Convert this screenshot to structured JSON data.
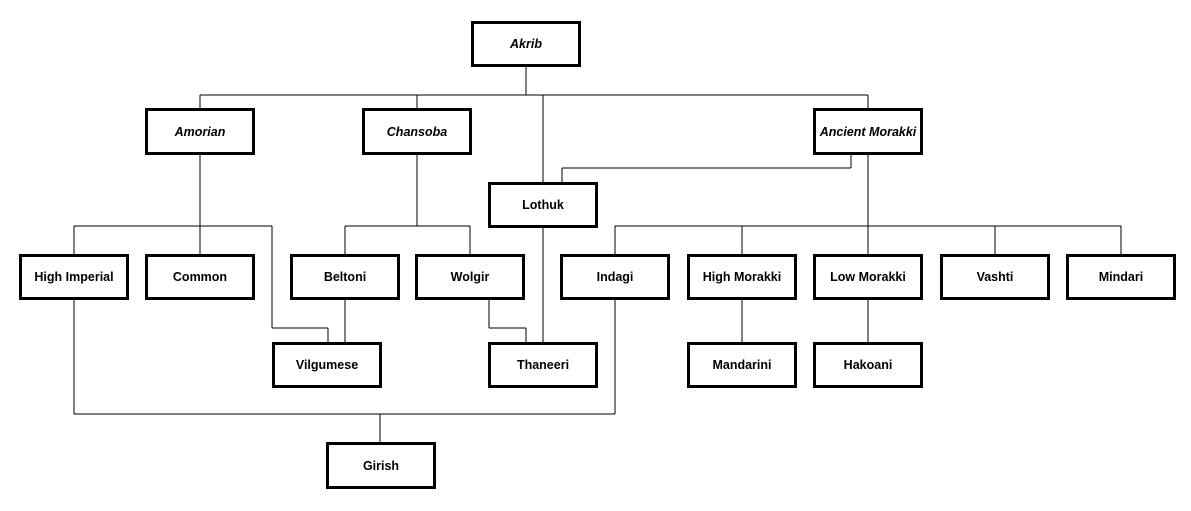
{
  "nodes": {
    "akrib": "Akrib",
    "amorian": "Amorian",
    "chansoba": "Chansoba",
    "ancient_morakki": "Ancient Morakki",
    "lothuk": "Lothuk",
    "high_imperial": "High Imperial",
    "common": "Common",
    "beltoni": "Beltoni",
    "wolgir": "Wolgir",
    "indagi": "Indagi",
    "high_morakki": "High Morakki",
    "low_morakki": "Low Morakki",
    "vashti": "Vashti",
    "mindari": "Mindari",
    "vilgumese": "Vilgumese",
    "thaneeri": "Thaneeri",
    "mandarini": "Mandarini",
    "hakoani": "Hakoani",
    "girish": "Girish"
  },
  "edges": [
    [
      "akrib",
      "amorian"
    ],
    [
      "akrib",
      "chansoba"
    ],
    [
      "akrib",
      "lothuk"
    ],
    [
      "akrib",
      "ancient_morakki"
    ],
    [
      "ancient_morakki",
      "lothuk"
    ],
    [
      "amorian",
      "high_imperial"
    ],
    [
      "amorian",
      "common"
    ],
    [
      "amorian",
      "vilgumese"
    ],
    [
      "chansoba",
      "beltoni"
    ],
    [
      "chansoba",
      "wolgir"
    ],
    [
      "beltoni",
      "vilgumese"
    ],
    [
      "wolgir",
      "thaneeri"
    ],
    [
      "lothuk",
      "thaneeri"
    ],
    [
      "ancient_morakki",
      "indagi"
    ],
    [
      "ancient_morakki",
      "high_morakki"
    ],
    [
      "ancient_morakki",
      "low_morakki"
    ],
    [
      "ancient_morakki",
      "vashti"
    ],
    [
      "ancient_morakki",
      "mindari"
    ],
    [
      "high_morakki",
      "mandarini"
    ],
    [
      "low_morakki",
      "hakoani"
    ],
    [
      "high_imperial",
      "girish"
    ],
    [
      "indagi",
      "girish"
    ]
  ]
}
